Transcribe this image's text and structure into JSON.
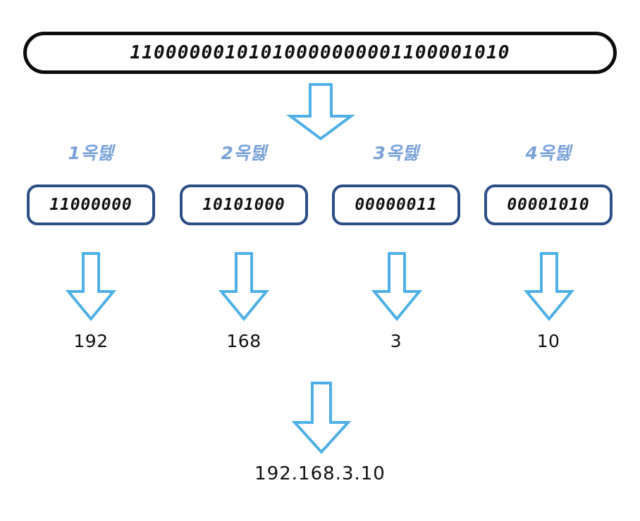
{
  "diagram": {
    "title": "IP address binary to dotted-decimal octet breakdown",
    "accent_blue": "#4FB0E8",
    "label_blue": "#7BA3D8",
    "box_border": "#2C4F86",
    "banner_border": "#0C0C0C",
    "background": "#FFFFFF"
  },
  "banner": {
    "binary_full": "11000000101010000000001100001010"
  },
  "octets": [
    {
      "label": "1옥텛",
      "binary": "11000000",
      "decimal": "192"
    },
    {
      "label": "2옥텛",
      "binary": "10101000",
      "decimal": "168"
    },
    {
      "label": "3옥텛",
      "binary": "00000011",
      "decimal": "3"
    },
    {
      "label": "4옥텛",
      "binary": "00001010",
      "decimal": "10"
    }
  ],
  "result": {
    "ip_address": "192.168.3.10"
  },
  "arrows": {
    "split_arrow_name": "split-down-arrow",
    "convert_arrow_name": "convert-down-arrow",
    "combine_arrow_name": "combine-down-arrow"
  }
}
